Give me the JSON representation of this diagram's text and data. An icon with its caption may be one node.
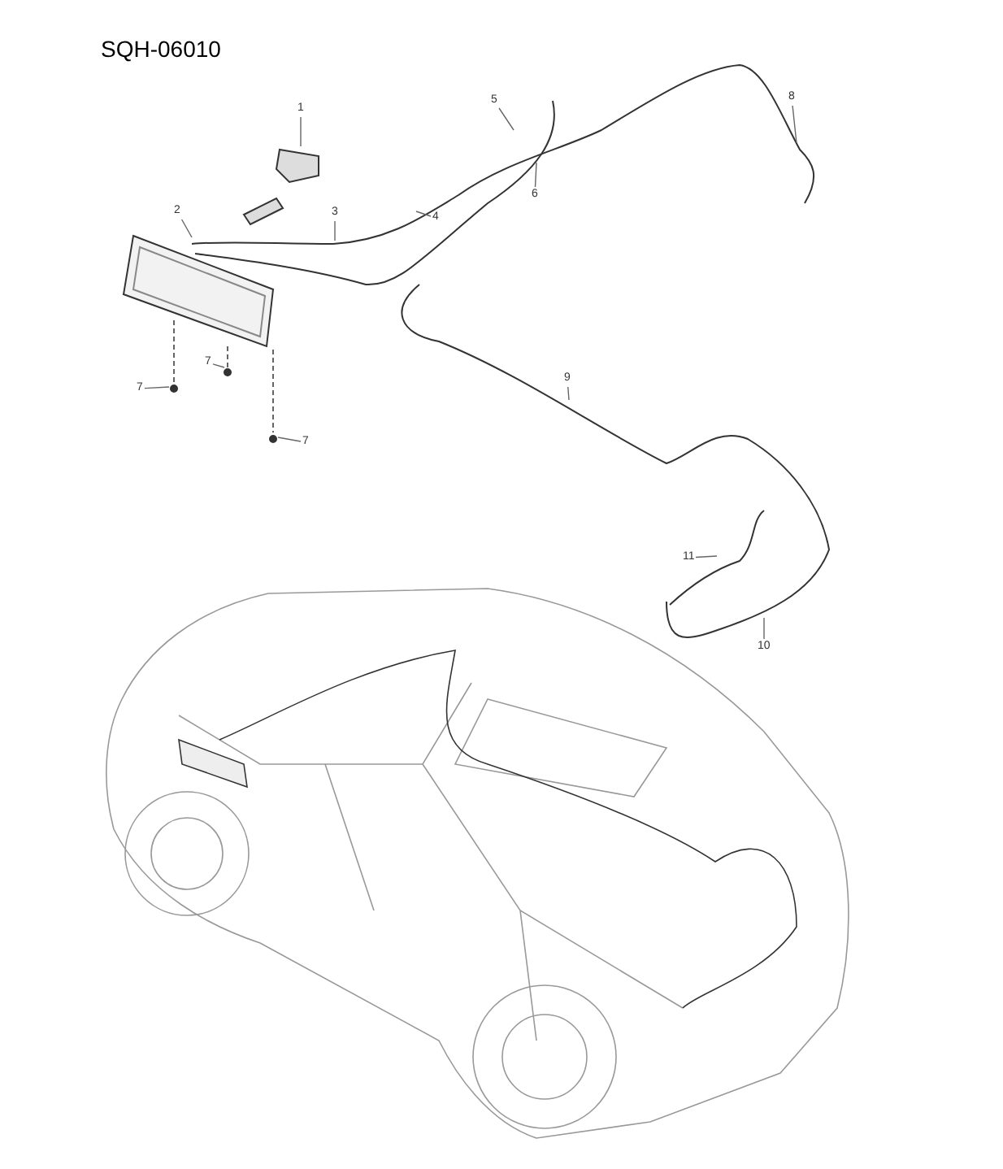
{
  "diagram": {
    "title": "SQH-06010",
    "nodes": [
      {
        "text": [
          "1"
        ]
      },
      {
        "text": [
          "5"
        ]
      },
      {
        "text": [
          "8"
        ]
      },
      {
        "text": [
          "6"
        ]
      },
      {
        "text": [
          "2"
        ]
      },
      {
        "text": [
          "3"
        ]
      },
      {
        "text": [
          "4"
        ]
      },
      {
        "text": [
          "7"
        ]
      },
      {
        "text": [
          "7"
        ]
      },
      {
        "text": [
          "9"
        ]
      },
      {
        "text": [
          "7"
        ]
      },
      {
        "text": [
          "11"
        ]
      },
      {
        "text": [
          "10"
        ]
      }
    ],
    "edges": [
      {
        "from": 0,
        "to": null,
        "arrow": "none"
      },
      {
        "from": 1,
        "to": null,
        "arrow": "none"
      },
      {
        "from": 2,
        "to": null,
        "arrow": "none"
      },
      {
        "from": 3,
        "to": null,
        "arrow": "none"
      },
      {
        "from": 4,
        "to": null,
        "arrow": "none"
      },
      {
        "from": 5,
        "to": null,
        "arrow": "none"
      },
      {
        "from": 6,
        "to": null,
        "arrow": "none"
      },
      {
        "from": 7,
        "to": null,
        "arrow": "none"
      },
      {
        "from": 8,
        "to": null,
        "arrow": "none"
      },
      {
        "from": 9,
        "to": null,
        "arrow": "none"
      },
      {
        "from": 10,
        "to": null,
        "arrow": "none"
      },
      {
        "from": 11,
        "to": null,
        "arrow": "none"
      },
      {
        "from": 12,
        "to": null,
        "arrow": "none"
      }
    ]
  }
}
